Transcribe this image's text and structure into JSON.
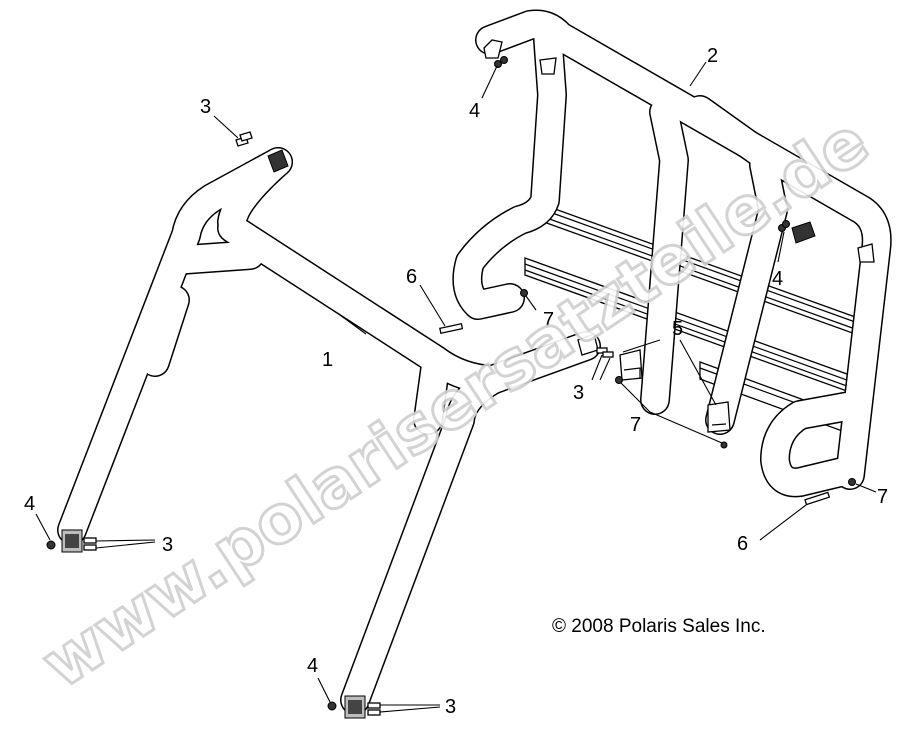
{
  "callouts": {
    "c1": "1",
    "c2": "2",
    "c3a": "3",
    "c3b": "3",
    "c3c": "3",
    "c3d": "3",
    "c4a": "4",
    "c4b": "4",
    "c4c": "4",
    "c4d": "4",
    "c5": "5",
    "c6a": "6",
    "c6b": "6",
    "c7a": "7",
    "c7b": "7",
    "c7c": "7"
  },
  "copyright": "© 2008 Polaris Sales Inc.",
  "watermark": "www.polarisersatzteile.de"
}
